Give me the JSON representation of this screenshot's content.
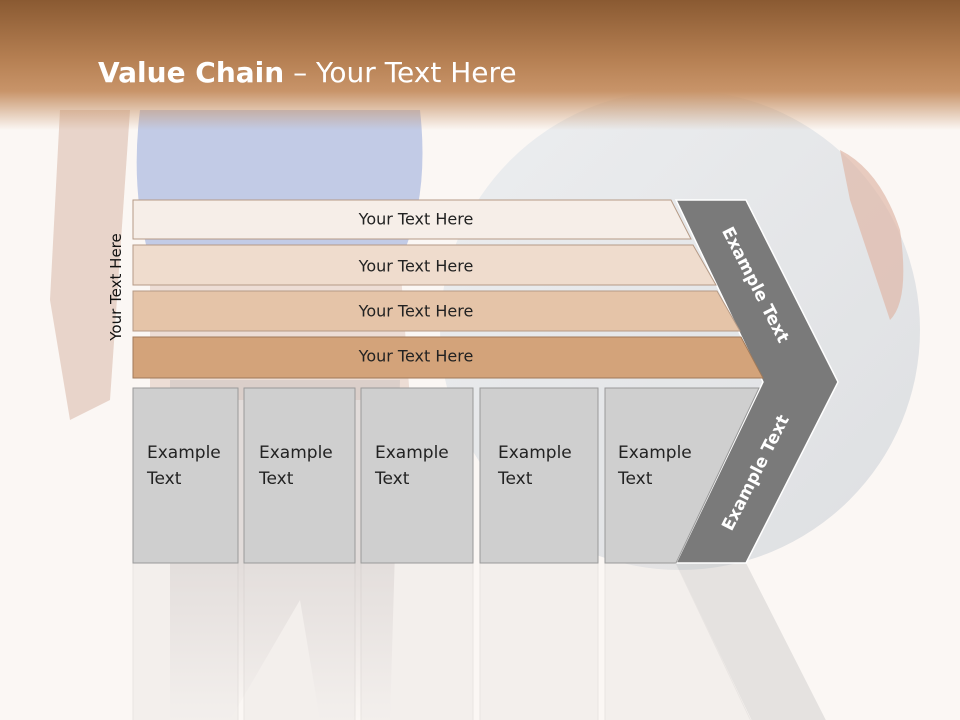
{
  "slide": {
    "title_bold": "Value Chain",
    "title_rest": " – Your Text Here",
    "vertical_label": "Your Text Here"
  },
  "support_rows": [
    {
      "label": "Your Text Here",
      "color": "#f6eee8"
    },
    {
      "label": "Your Text Here",
      "color": "#efdccd"
    },
    {
      "label": "Your Text Here",
      "color": "#e5c4a8"
    },
    {
      "label": "Your Text Here",
      "color": "#d3a37a"
    }
  ],
  "primary_boxes": [
    {
      "line1": "Example",
      "line2": "Text"
    },
    {
      "line1": "Example",
      "line2": "Text"
    },
    {
      "line1": "Example",
      "line2": "Text"
    },
    {
      "line1": "Example",
      "line2": "Text"
    },
    {
      "line1": "Example",
      "line2": "Text"
    }
  ],
  "chevron": {
    "upper_label": "Example Text",
    "lower_label": "Example Text",
    "color": "#7a7a7a"
  }
}
